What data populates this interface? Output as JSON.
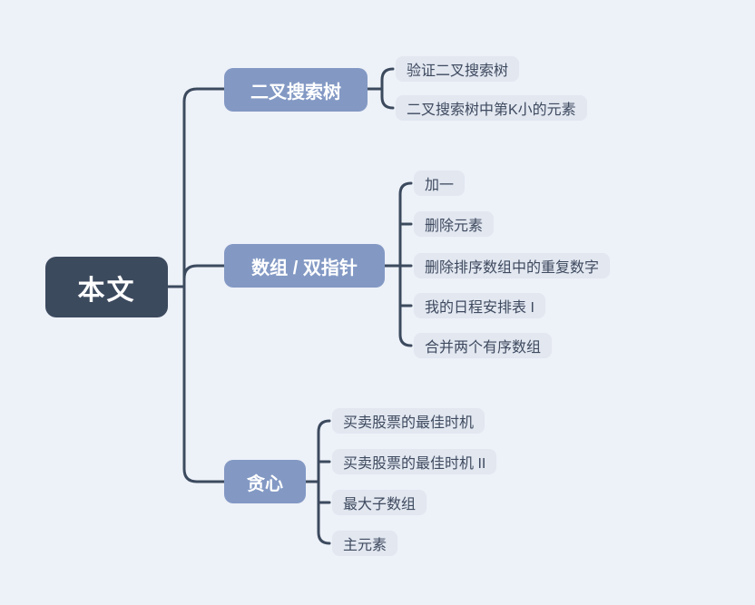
{
  "canvas": {
    "background_color": "#edf1f8",
    "connector_color": "#3c4a5e"
  },
  "root": {
    "label": "本文",
    "fill": "#3c4a5e",
    "text_color": "#ffffff"
  },
  "branch_style": {
    "fill": "#8399c4",
    "text_color": "#ffffff"
  },
  "leaf_style": {
    "fill": "#e2e7f0",
    "text_color": "#3e4a5f"
  },
  "branches": [
    {
      "label": "二叉搜索树",
      "children": [
        "验证二叉搜索树",
        "二叉搜索树中第K小的元素"
      ]
    },
    {
      "label": "数组 / 双指针",
      "children": [
        "加一",
        "删除元素",
        "删除排序数组中的重复数字",
        "我的日程安排表 I",
        "合并两个有序数组"
      ]
    },
    {
      "label": "贪心",
      "children": [
        "买卖股票的最佳时机",
        "买卖股票的最佳时机 II",
        "最大子数组",
        "主元素"
      ]
    }
  ]
}
